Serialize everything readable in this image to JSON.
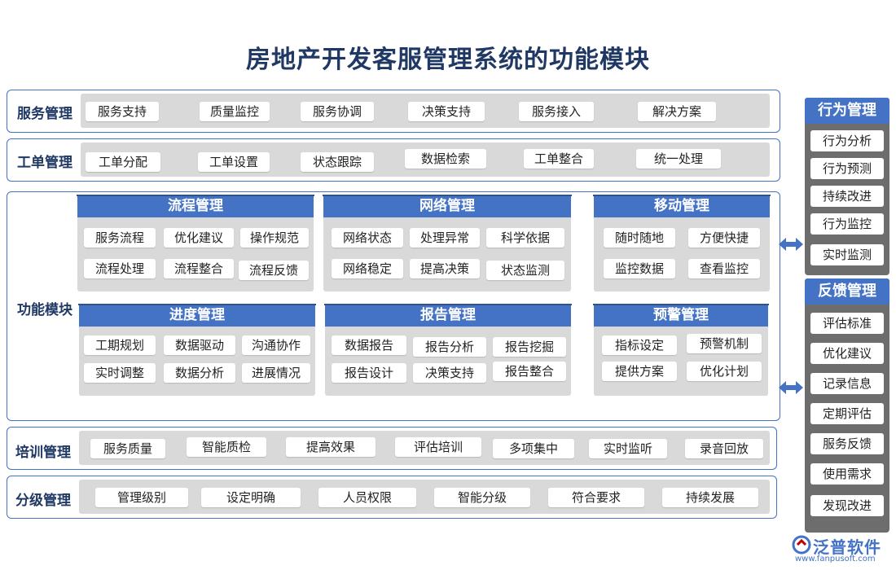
{
  "title": "房地产开发客服管理系统的功能模块",
  "colors": {
    "accent": "#4472c4",
    "strip": "#d9d9d9",
    "side": "#6d6d6d",
    "title": "#1f3864"
  },
  "service": {
    "label": "服务管理",
    "items": [
      "服务支持",
      "质量监控",
      "服务协调",
      "决策支持",
      "服务接入",
      "解决方案"
    ]
  },
  "workorder": {
    "label": "工单管理",
    "items": [
      "工单分配",
      "工单设置",
      "状态跟踪",
      "数据检索",
      "工单整合",
      "统一处理"
    ]
  },
  "functions": {
    "label": "功能模块",
    "panels": [
      {
        "title": "流程管理",
        "items": [
          "服务流程",
          "优化建议",
          "操作规范",
          "流程处理",
          "流程整合",
          "流程反馈"
        ]
      },
      {
        "title": "网络管理",
        "items": [
          "网络状态",
          "处理异常",
          "科学依据",
          "网络稳定",
          "提高决策",
          "状态监测"
        ]
      },
      {
        "title": "移动管理",
        "items": [
          "随时随地",
          "方便快捷",
          "监控数据",
          "查看监控"
        ]
      },
      {
        "title": "进度管理",
        "items": [
          "工期规划",
          "数据驱动",
          "沟通协作",
          "实时调整",
          "数据分析",
          "进展情况"
        ]
      },
      {
        "title": "报告管理",
        "items": [
          "数据报告",
          "报告分析",
          "报告挖掘",
          "报告设计",
          "决策支持",
          "报告整合"
        ]
      },
      {
        "title": "预警管理",
        "items": [
          "指标设定",
          "预警机制",
          "提供方案",
          "优化计划"
        ]
      }
    ]
  },
  "training": {
    "label": "培训管理",
    "items": [
      "服务质量",
      "智能质检",
      "提高效果",
      "评估培训",
      "多项集中",
      "实时监听",
      "录音回放"
    ]
  },
  "grading": {
    "label": "分级管理",
    "items": [
      "管理级别",
      "设定明确",
      "人员权限",
      "智能分级",
      "符合要求",
      "持续发展"
    ]
  },
  "behavior": {
    "title": "行为管理",
    "items": [
      "行为分析",
      "行为预测",
      "持续改进",
      "行为监控",
      "实时监测"
    ]
  },
  "feedback": {
    "title": "反馈管理",
    "items": [
      "评估标准",
      "优化建议",
      "记录信息",
      "定期评估",
      "服务反馈",
      "使用需求",
      "发现改进"
    ]
  },
  "logo": {
    "name": "泛普软件",
    "url": "www.fanpusoft.com"
  }
}
